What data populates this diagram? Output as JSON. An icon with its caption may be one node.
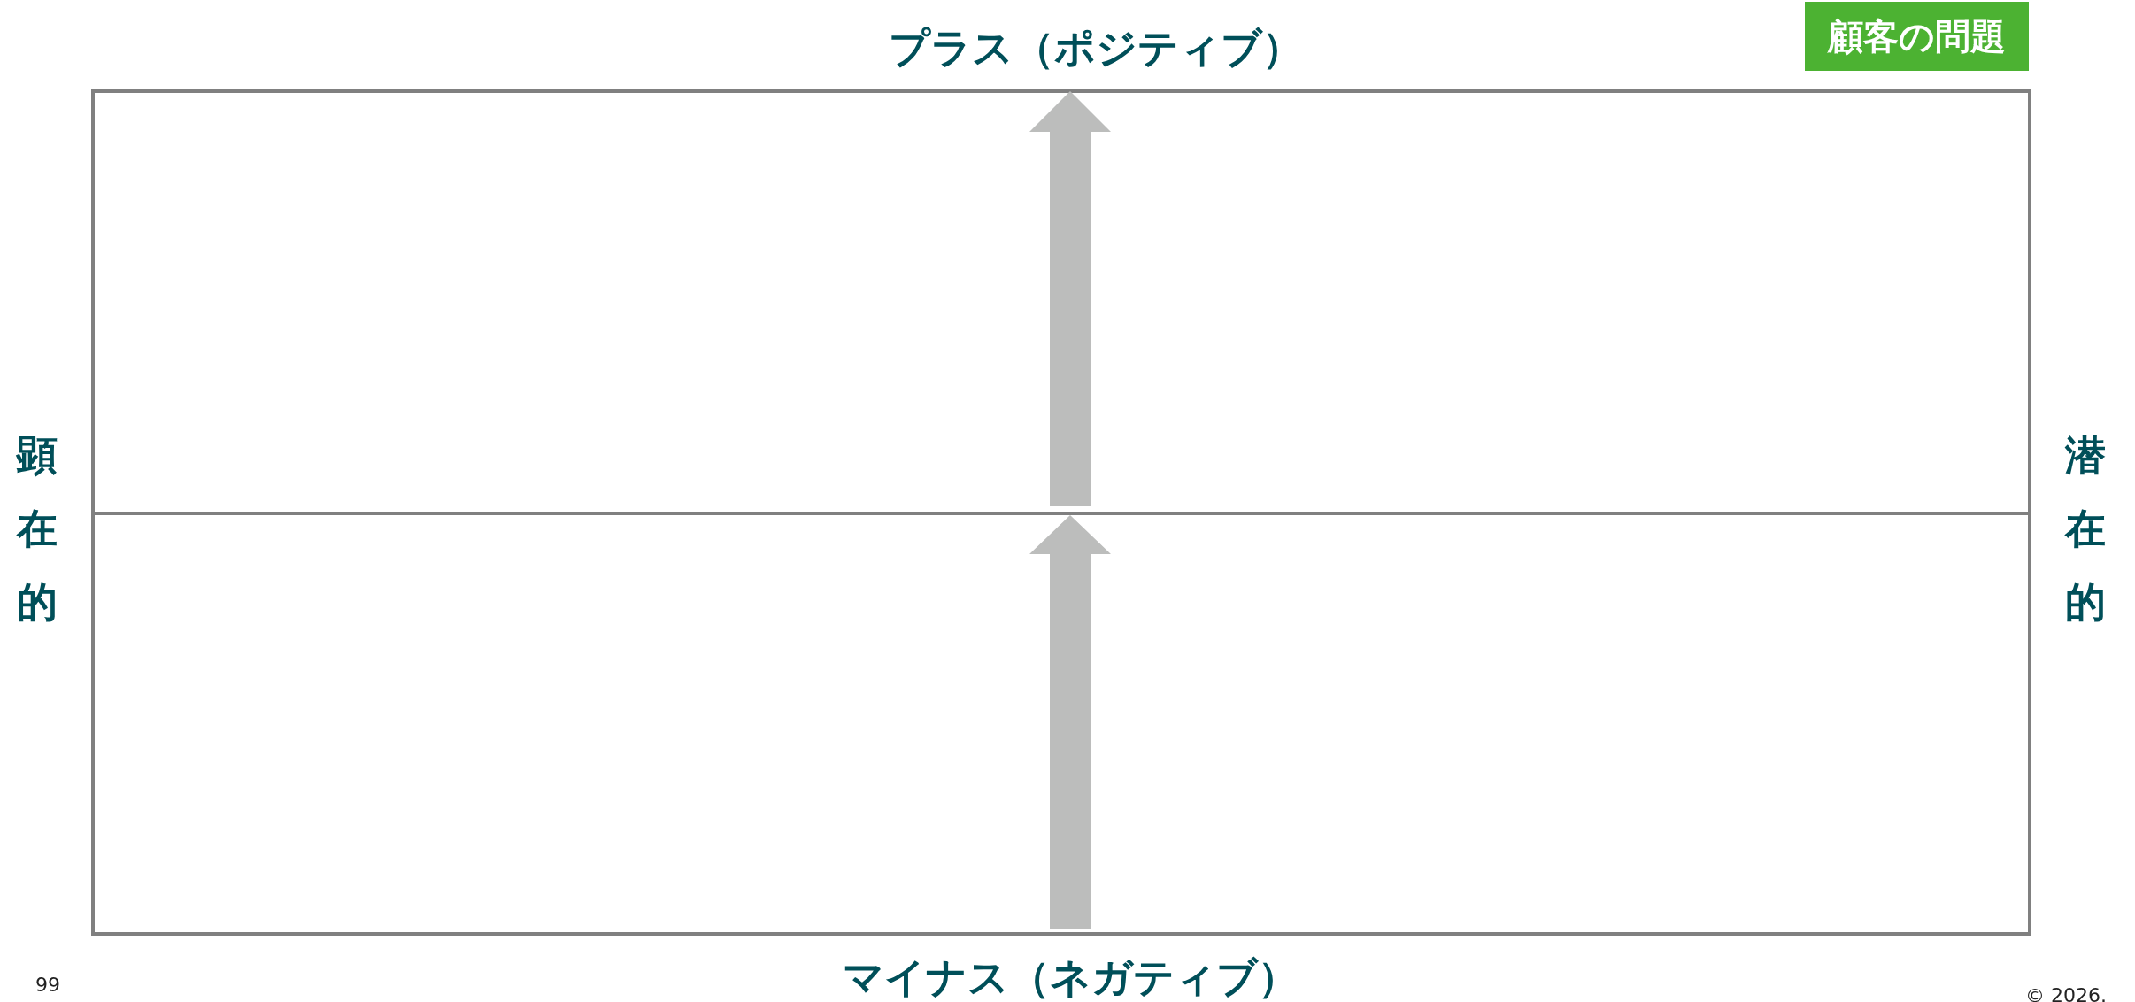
{
  "diagram": {
    "nodes": [
      {
        "text": [
          "顧客の問題"
        ]
      }
    ],
    "edges": [],
    "labels": [
      "プラス（ポジティブ）",
      "顕在的",
      "潜在的",
      "マイナス（ネガティブ）",
      "99",
      "© 2026."
    ]
  }
}
